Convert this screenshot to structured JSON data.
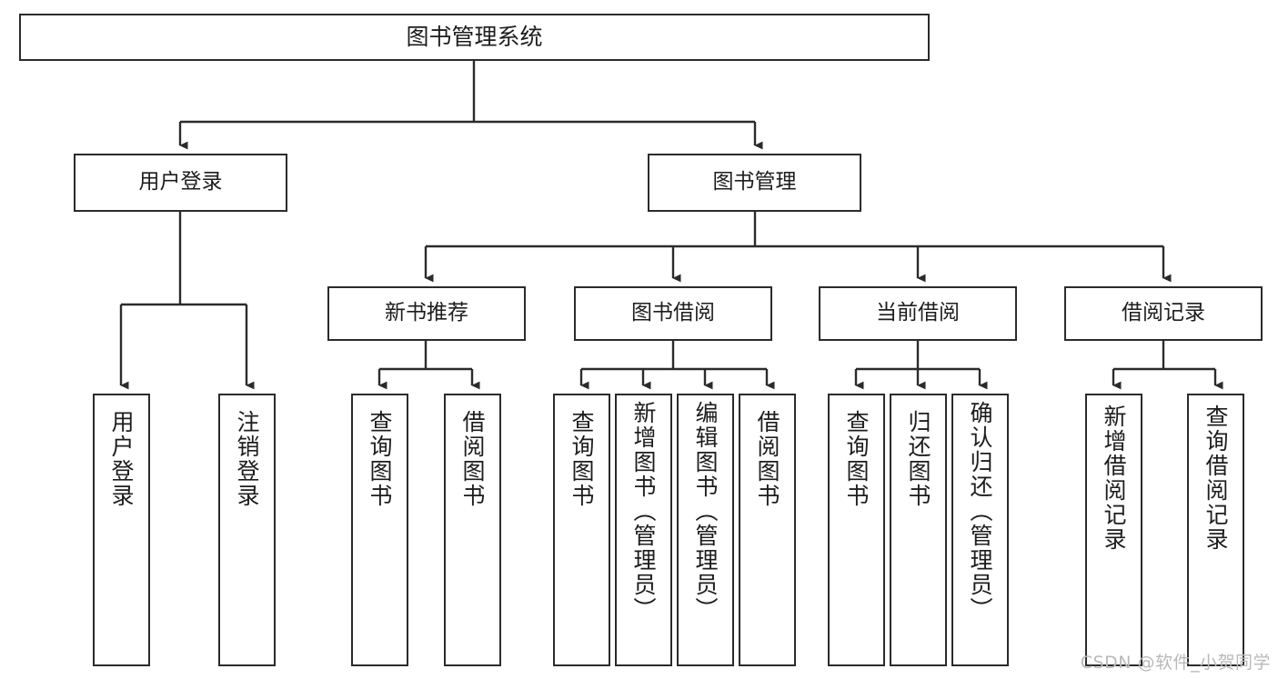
{
  "diagram": {
    "type": "tree-hierarchy-chart",
    "title": "图书管理系统",
    "orientation": "top-down",
    "line_color": "#2b2b2b",
    "box_fill": "#ffffff",
    "text_color": "#1d1d1d",
    "root": {
      "label": "图书管理系统"
    },
    "level1": [
      {
        "label": "用户登录"
      },
      {
        "label": "图书管理"
      }
    ],
    "level2": [
      {
        "label": "新书推荐"
      },
      {
        "label": "图书借阅"
      },
      {
        "label": "当前借阅"
      },
      {
        "label": "借阅记录"
      }
    ],
    "leaves": {
      "user_login": [
        {
          "label": "用户登录"
        },
        {
          "label": "注销登录"
        }
      ],
      "new_book_recommend": [
        {
          "label": "查询图书"
        },
        {
          "label": "借阅图书"
        }
      ],
      "book_borrow": [
        {
          "label": "查询图书"
        },
        {
          "label": "新增图书（管理员）"
        },
        {
          "label": "编辑图书（管理员）"
        },
        {
          "label": "借阅图书"
        }
      ],
      "current_borrow": [
        {
          "label": "查询图书"
        },
        {
          "label": "归还图书"
        },
        {
          "label": "确认归还（管理员）"
        }
      ],
      "borrow_record": [
        {
          "label": "新增借阅记录"
        },
        {
          "label": "查询借阅记录"
        }
      ]
    }
  },
  "watermark": {
    "text": "CSDN @软件_小贺同学",
    "color": "#b9b9b9"
  }
}
